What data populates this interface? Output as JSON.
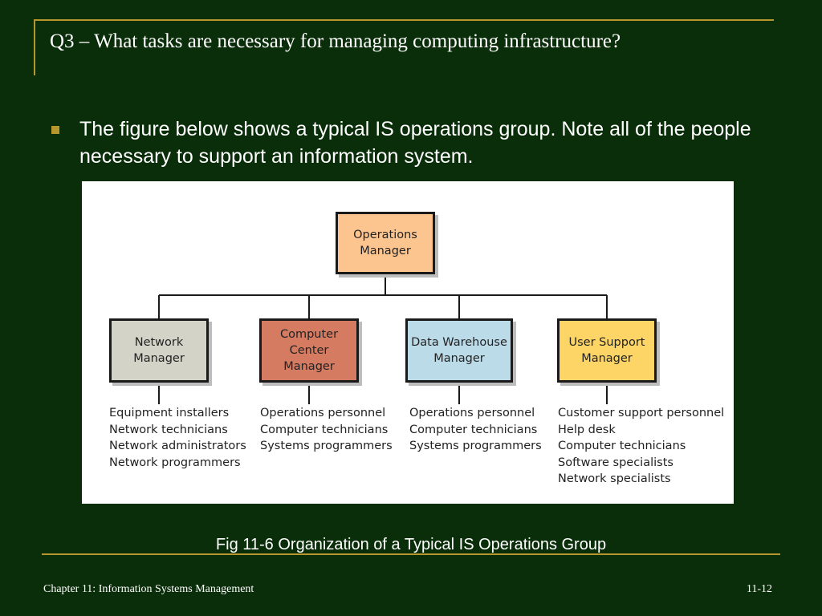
{
  "slide": {
    "title": "Q3 – What tasks are necessary for managing computing infrastructure?",
    "bullet": "The figure below shows a typical IS operations group. Note all of the people necessary to support an information system.",
    "caption": "Fig 11-6 Organization of a Typical IS Operations Group",
    "footer_left": "Chapter 11: Information Systems Management",
    "footer_right": "11-12"
  },
  "org_chart": {
    "root": {
      "label": "Operations\nManager",
      "color": "#fcc48e"
    },
    "managers": [
      {
        "label": "Network\nManager",
        "color": "#d3d4c7",
        "staff": [
          "Equipment installers",
          "Network technicians",
          "Network administrators",
          "Network programmers"
        ]
      },
      {
        "label": "Computer\nCenter\nManager",
        "color": "#d57b62",
        "staff": [
          "Operations personnel",
          "Computer technicians",
          "Systems programmers"
        ]
      },
      {
        "label": "Data Warehouse\nManager",
        "color": "#bcdbe9",
        "staff": [
          "Operations personnel",
          "Computer technicians",
          "Systems programmers"
        ]
      },
      {
        "label": "User Support\nManager",
        "color": "#fdd466",
        "staff": [
          "Customer support personnel",
          "Help desk",
          "Computer technicians",
          "Software specialists",
          "Network specialists"
        ]
      }
    ]
  }
}
